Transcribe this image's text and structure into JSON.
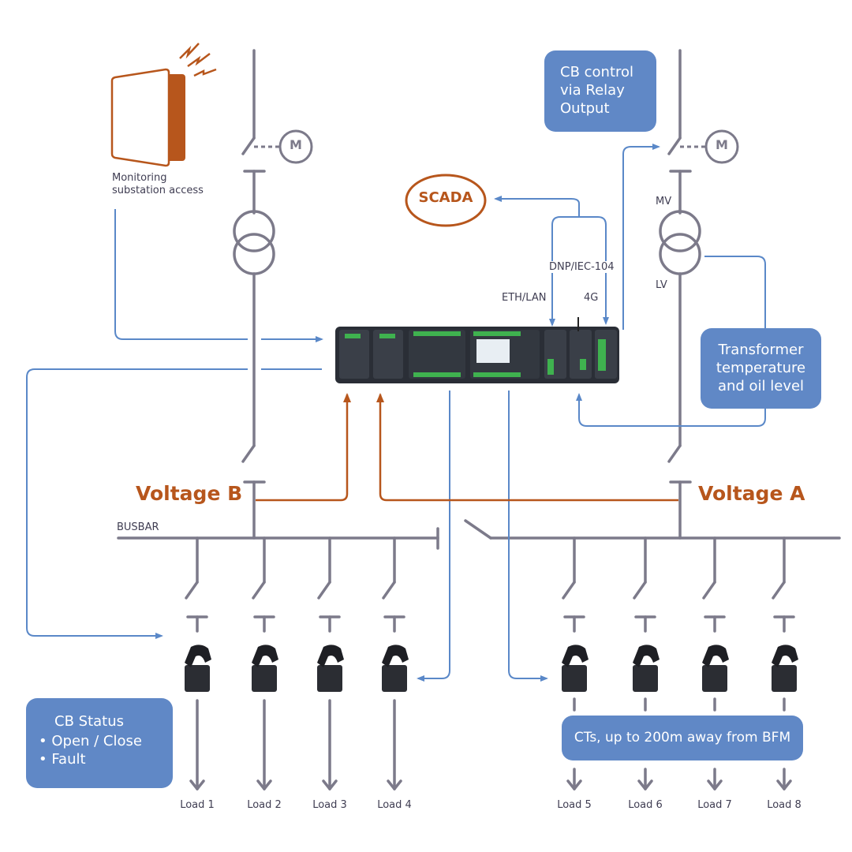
{
  "colors": {
    "accent_blue": "#6088c6",
    "accent_orange": "#b7561c",
    "line_gray": "#7c7a8a",
    "signal_blue": "#5a88c8"
  },
  "labels": {
    "monitoring": [
      "Monitoring",
      "substation access"
    ],
    "scada": "SCADA",
    "dnp": "DNP/IEC-104",
    "eth": "ETH/LAN",
    "g4": "4G",
    "mv": "MV",
    "lv": "LV",
    "busbar": "BUSBAR",
    "voltage_b": "Voltage B",
    "voltage_a": "Voltage A",
    "motor": "M"
  },
  "boxes": {
    "cb_control": [
      "CB control",
      "via Relay",
      "Output"
    ],
    "transformer": [
      "Transformer",
      "temperature",
      "and oil level"
    ],
    "cb_status": {
      "title": "CB Status",
      "items": [
        "Open / Close",
        "Fault"
      ]
    },
    "cts": "CTs, up to 200m away from BFM"
  },
  "loads": [
    "Load 1",
    "Load 2",
    "Load 3",
    "Load 4",
    "Load 5",
    "Load 6",
    "Load 7",
    "Load 8"
  ],
  "icons": {
    "door": "door-alarm-icon",
    "ct": "current-transformer-icon",
    "device": "bfm-meter-device"
  }
}
